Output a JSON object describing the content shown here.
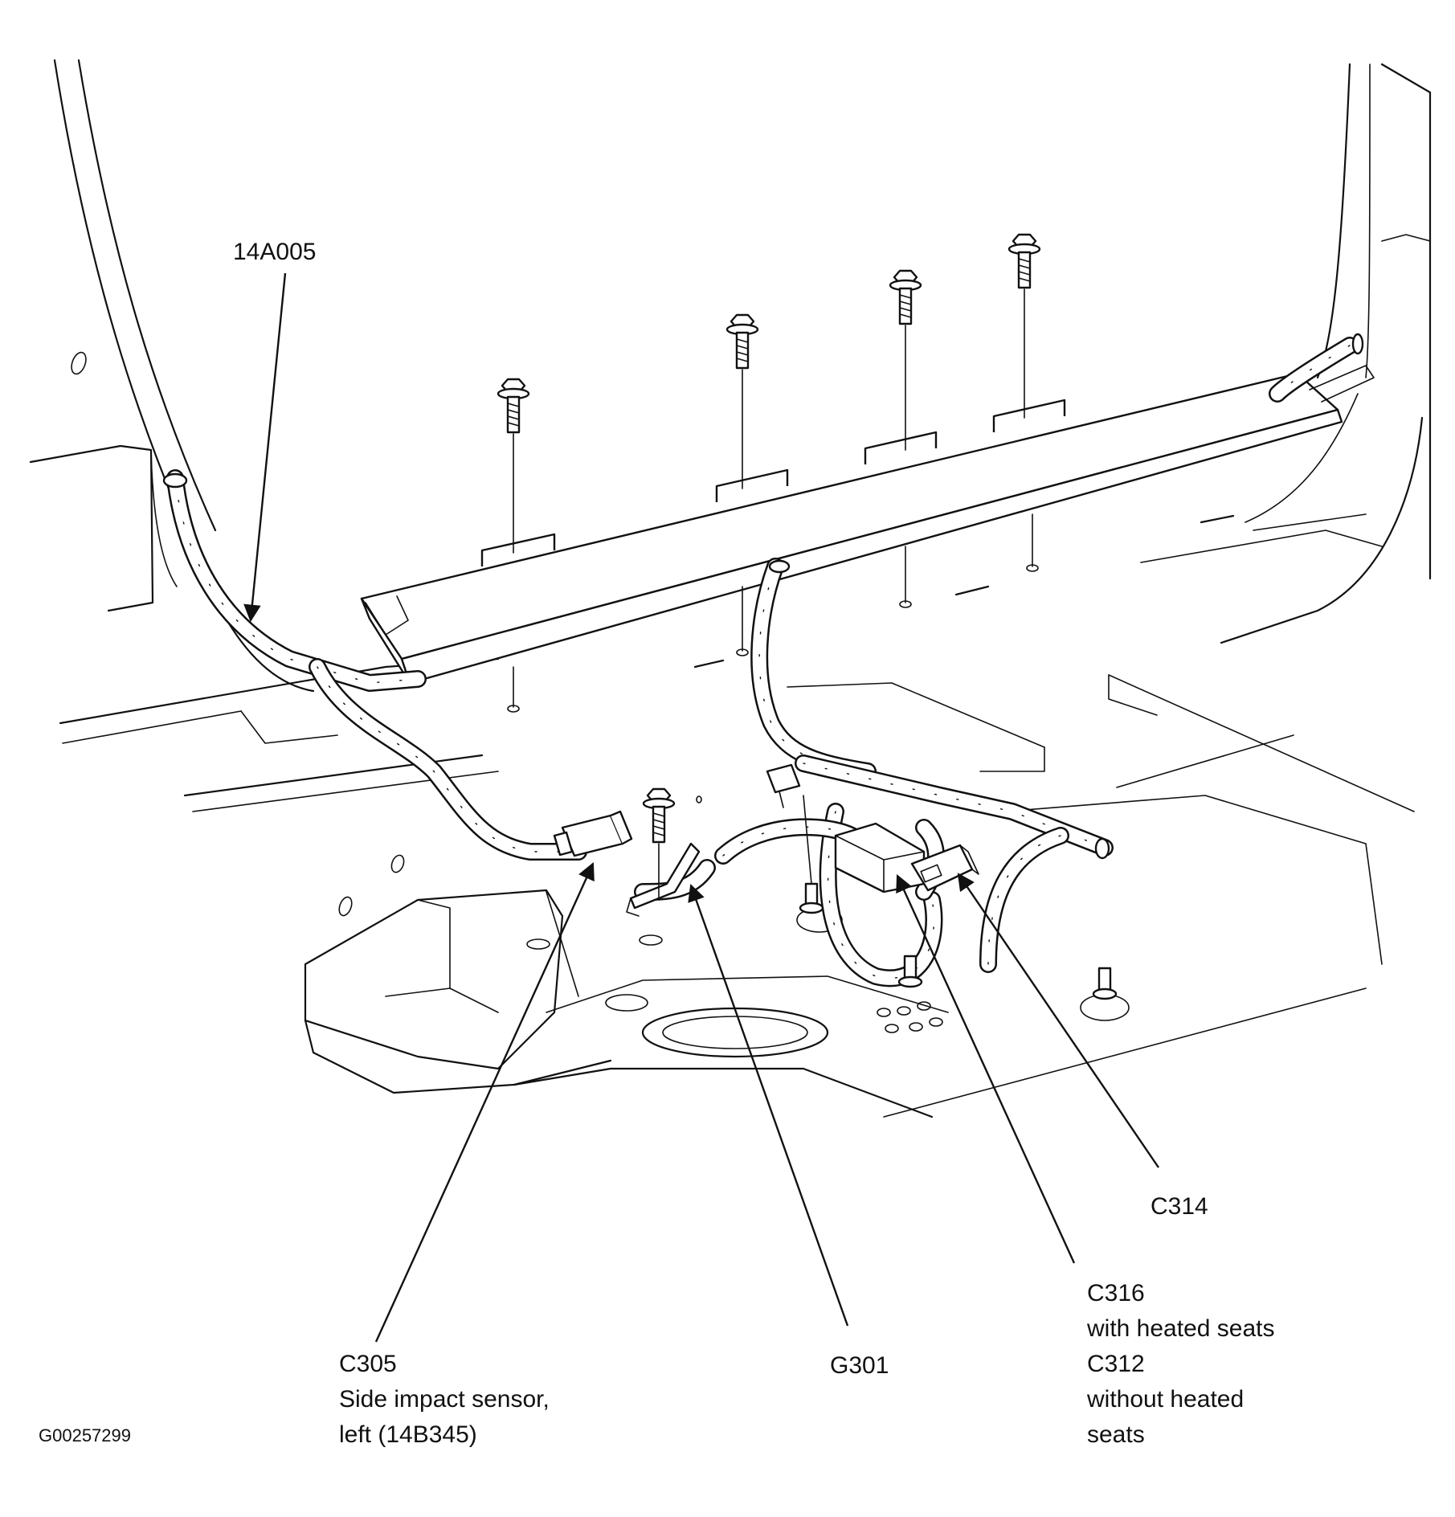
{
  "callouts": {
    "harness": "14A005",
    "c314": "C314",
    "c316": "C316",
    "c316_note": "with heated seats",
    "c312": "C312",
    "c312_note_1": "without heated",
    "c312_note_2": "seats",
    "c305": "C305",
    "c305_desc_1": "Side impact sensor,",
    "c305_desc_2": "left (14B345)",
    "g301": "G301"
  },
  "figure_id": "G00257299"
}
